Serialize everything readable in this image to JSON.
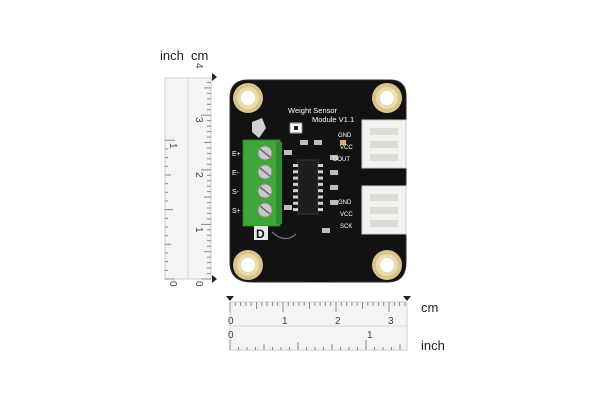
{
  "rulers": {
    "vertical": {
      "unit_left": "inch",
      "unit_right": "cm",
      "cm_ticks": [
        "0",
        "1",
        "2",
        "3",
        "4"
      ],
      "inch_ticks": [
        "0",
        "1"
      ]
    },
    "horizontal": {
      "unit_top": "cm",
      "unit_bottom": "inch",
      "cm_ticks": [
        "0",
        "1",
        "2",
        "3"
      ],
      "inch_ticks": [
        "0",
        "1"
      ]
    }
  },
  "board": {
    "title_line1": "Weight Sensor",
    "title_line2": "Module V1.1",
    "left_pins": [
      "E+",
      "E-",
      "S-",
      "S+"
    ],
    "top_connector_pins": [
      "GND",
      "VCC",
      "DOUT"
    ],
    "bottom_connector_pins": [
      "GND",
      "VCC",
      "SCK"
    ],
    "logo_letter": "D"
  },
  "colors": {
    "pcb": "#111111",
    "terminal_block": "#3fa63a",
    "header": "#f2f2ee",
    "mount_ring": "#d8c48a"
  }
}
